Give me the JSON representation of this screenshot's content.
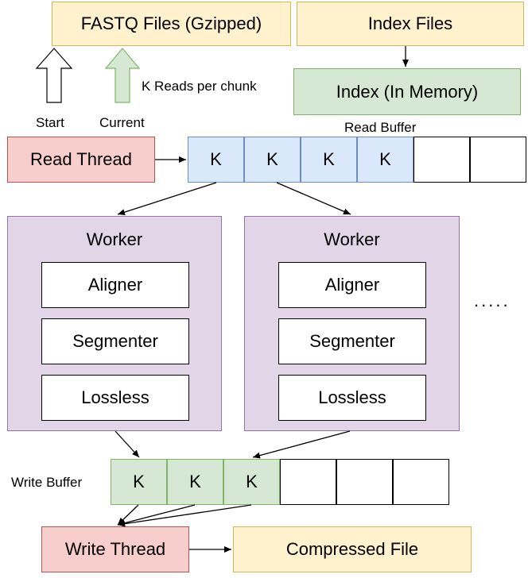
{
  "inputs": {
    "fastq": "FASTQ Files (Gzipped)",
    "index_files": "Index Files",
    "index_memory": "Index (In Memory)"
  },
  "pointers": {
    "start": "Start",
    "current": "Current",
    "chunk_note": "K Reads per chunk"
  },
  "read_thread": "Read Thread",
  "read_buffer": {
    "label": "Read Buffer",
    "cells": [
      "K",
      "K",
      "K",
      "K",
      "",
      ""
    ]
  },
  "workers": [
    {
      "title": "Worker",
      "stages": [
        "Aligner",
        "Segmenter",
        "Lossless"
      ]
    },
    {
      "title": "Worker",
      "stages": [
        "Aligner",
        "Segmenter",
        "Lossless"
      ]
    }
  ],
  "ellipsis": ".....",
  "write_buffer": {
    "label": "Write Buffer",
    "cells": [
      "K",
      "K",
      "K",
      "",
      "",
      ""
    ]
  },
  "write_thread": "Write Thread",
  "output": "Compressed File",
  "colors": {
    "yellow_fill": "#fff2cc",
    "green_fill": "#d5e8d4",
    "red_fill": "#f8cecc",
    "blue_fill": "#dae8fc",
    "purple_fill": "#e1d5e7"
  }
}
